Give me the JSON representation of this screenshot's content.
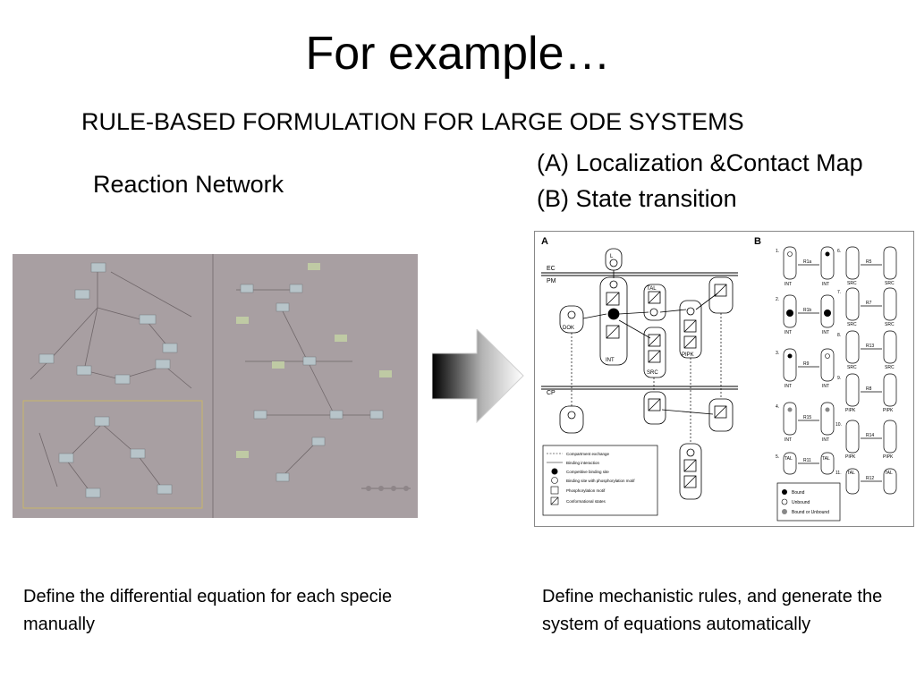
{
  "slide": {
    "title": "For example…",
    "subtitle": "RULE-BASED FORMULATION FOR LARGE ODE SYSTEMS",
    "left_label": "Reaction Network",
    "right_label_a": "(A) Localization &Contact Map",
    "right_label_b": "(B) State transition",
    "left_caption": "Define the differential equation for each specie manually",
    "right_caption": "Define mechanistic rules, and generate the system of equations automatically"
  },
  "contact_map": {
    "panel_a": "A",
    "panel_b": "B",
    "compartments": [
      "EC",
      "PM",
      "CP"
    ],
    "species": [
      "L",
      "INT",
      "TAL",
      "SRC",
      "PIPK",
      "DOK"
    ],
    "legend": [
      "Compartment exchange",
      "Binding interaction",
      "Competitive binding site",
      "Binding site with phosphorylation motif",
      "Phosphorylation motif",
      "Conformational states"
    ],
    "state_legend": [
      "Bound",
      "Unbound",
      "Bound or Unbound"
    ],
    "transitions": [
      {
        "n": "1.",
        "rule": "R1a",
        "left": "INT",
        "right": "INT"
      },
      {
        "n": "2.",
        "rule": "R1b",
        "left": "INT",
        "right": "INT"
      },
      {
        "n": "3.",
        "rule": "R9",
        "left": "INT",
        "right": "INT"
      },
      {
        "n": "4.",
        "rule": "R15",
        "left": "INT",
        "right": "INT"
      },
      {
        "n": "5.",
        "rule": "R11",
        "left": "TAL",
        "right": "TAL"
      },
      {
        "n": "6.",
        "rule": "R5",
        "left": "SRC",
        "right": "SRC"
      },
      {
        "n": "7.",
        "rule": "R7",
        "left": "SRC",
        "right": "SRC"
      },
      {
        "n": "8.",
        "rule": "R13",
        "left": "SRC",
        "right": "SRC"
      },
      {
        "n": "9.",
        "rule": "R8",
        "left": "PIPK",
        "right": "PIPK"
      },
      {
        "n": "10.",
        "rule": "R14",
        "left": "PIPK",
        "right": "PIPK"
      },
      {
        "n": "11.",
        "rule": "R12",
        "left": "TAL",
        "right": "TAL"
      }
    ]
  }
}
